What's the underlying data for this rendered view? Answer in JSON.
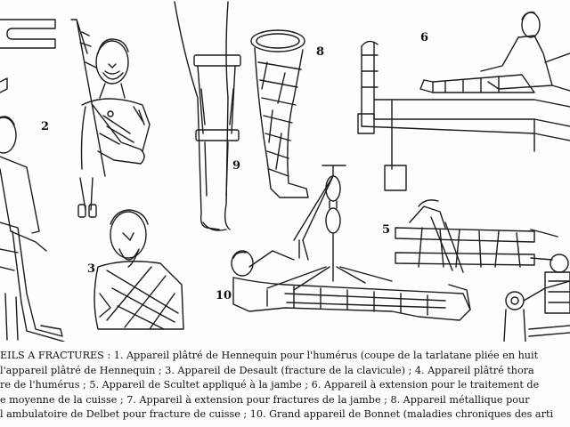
{
  "figure_numbers": {
    "n2": "2",
    "n3": "3",
    "n5": "5",
    "n6": "6",
    "n8": "8",
    "n9": "9",
    "n10": "10"
  },
  "caption_lines": [
    "EILS A FRACTURES : 1. Appareil plâtré de Hennequin pour l'humérus (coupe de la tarlatane pliée en huit",
    "l'appareil plâtré de Hennequin ; 3. Appareil de Desault (fracture de la clavicule) ; 4. Appareil plâtré thora",
    "re de l'humérus ; 5. Appareil de Scultet appliqué à la jambe ; 6. Appareil à extension pour le traitement de",
    "e moyenne de la cuisse ; 7. Appareil à extension pour fractures de la jambe ; 8. Appareil métallique pour",
    "l ambulatoire de Delbet pour fracture de cuisse ; 10. Grand appareil de Bonnet (maladies chroniques des arti"
  ]
}
